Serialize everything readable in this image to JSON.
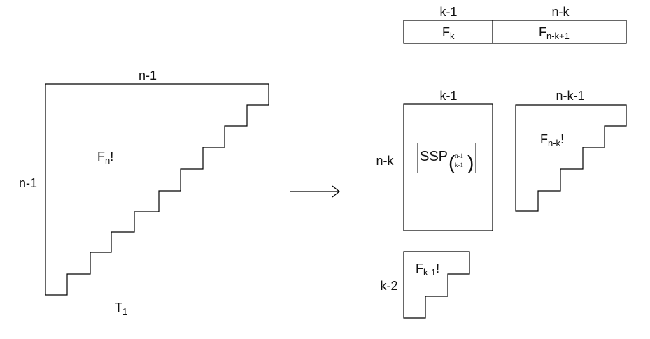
{
  "top_bar": {
    "col_left_header": "k-1",
    "col_right_header": "n-k",
    "cell_left": {
      "base": "F",
      "sub": "k"
    },
    "cell_right": {
      "base": "F",
      "sub": "n-k+1"
    }
  },
  "left_staircase": {
    "top_label": "n-1",
    "side_label": "n-1",
    "inner": {
      "base": "F",
      "sub": "n",
      "suffix": "!"
    },
    "bottom": {
      "base": "T",
      "sub": "1"
    }
  },
  "ssp_block": {
    "top_label": "k-1",
    "side_label": "n-k",
    "inner_text": "SSP",
    "binom_top": "n-1",
    "binom_bottom": "k-1"
  },
  "right_staircase": {
    "top_label": "n-k-1",
    "inner": {
      "base": "F",
      "sub": "n-k",
      "suffix": "!"
    }
  },
  "small_staircase": {
    "side_label": "k-2",
    "inner": {
      "base": "F",
      "sub": "k-1",
      "suffix": "!"
    }
  }
}
